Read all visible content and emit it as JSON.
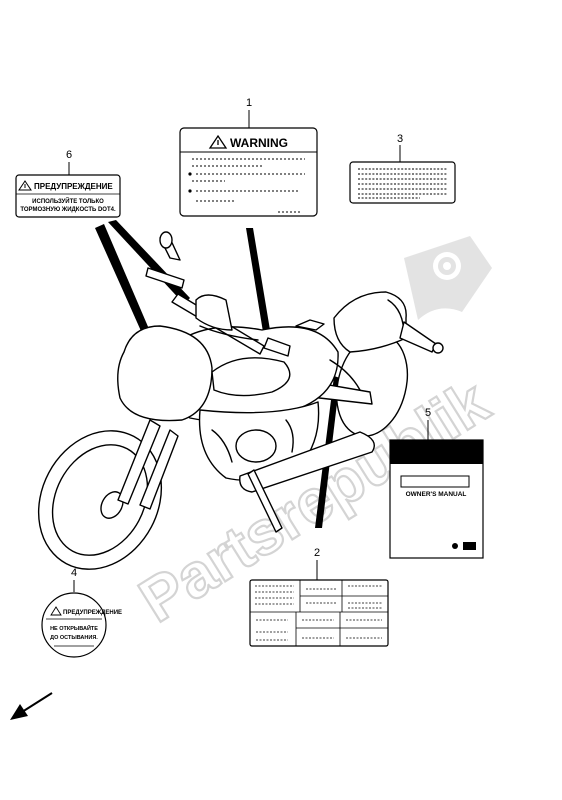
{
  "callouts": {
    "c1": "1",
    "c2": "2",
    "c3": "3",
    "c4": "4",
    "c5": "5",
    "c6": "6"
  },
  "label_1": {
    "title": "WARNING"
  },
  "label_6": {
    "title": "ПРЕДУПРЕЖДЕНИЕ",
    "line1": "ИСПОЛЬЗУЙТЕ ТОЛЬКО",
    "line2": "ТОРМОЗНУЮ ЖИДКОСТЬ DOT4."
  },
  "label_4": {
    "title": "ПРЕДУПРЕЖДЕНИЕ",
    "line1": "НЕ ОТКРЫВАЙТЕ",
    "line2": "ДО ОСТЫВАНИЯ."
  },
  "manual": {
    "title": "OWNER'S MANUAL"
  },
  "watermark": "Partsrepublik",
  "colors": {
    "ink": "#000000",
    "watermark": "#d9d9d9"
  }
}
